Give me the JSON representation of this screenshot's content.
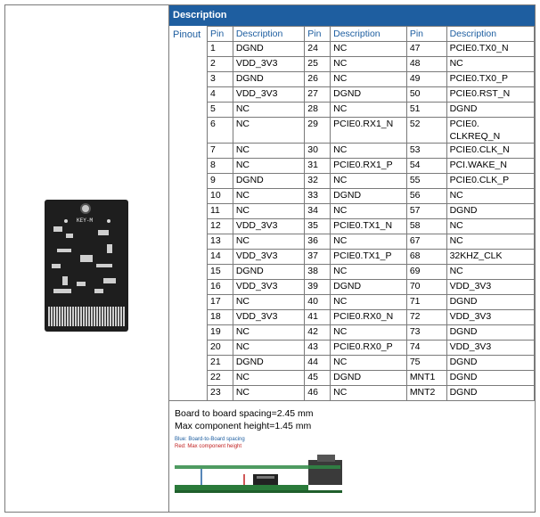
{
  "header": {
    "title": "Description"
  },
  "pinout_label": "Pinout",
  "columns": {
    "pin1": "Pin",
    "desc1": "Description",
    "pin2": "Pin",
    "desc2": "Description",
    "pin3": "Pin",
    "desc3": "Description"
  },
  "board_silkscreen": "KEY-M",
  "rows": [
    [
      "1",
      "DGND",
      "24",
      "NC",
      "47",
      "PCIE0.TX0_N"
    ],
    [
      "2",
      "VDD_3V3",
      "25",
      "NC",
      "48",
      "NC"
    ],
    [
      "3",
      "DGND",
      "26",
      "NC",
      "49",
      "PCIE0.TX0_P"
    ],
    [
      "4",
      "VDD_3V3",
      "27",
      "DGND",
      "50",
      "PCIE0.RST_N"
    ],
    [
      "5",
      "NC",
      "28",
      "NC",
      "51",
      "DGND"
    ],
    [
      "6",
      "NC",
      "29",
      "PCIE0.RX1_N",
      "52",
      "PCIE0.\nCLKREQ_N"
    ],
    [
      "7",
      "NC",
      "30",
      "NC",
      "53",
      "PCIE0.CLK_N"
    ],
    [
      "8",
      "NC",
      "31",
      "PCIE0.RX1_P",
      "54",
      "PCI.WAKE_N"
    ],
    [
      "9",
      "DGND",
      "32",
      "NC",
      "55",
      "PCIE0.CLK_P"
    ],
    [
      "10",
      "NC",
      "33",
      "DGND",
      "56",
      "NC"
    ],
    [
      "11",
      "NC",
      "34",
      "NC",
      "57",
      "DGND"
    ],
    [
      "12",
      "VDD_3V3",
      "35",
      "PCIE0.TX1_N",
      "58",
      "NC"
    ],
    [
      "13",
      "NC",
      "36",
      "NC",
      "67",
      "NC"
    ],
    [
      "14",
      "VDD_3V3",
      "37",
      "PCIE0.TX1_P",
      "68",
      "32KHZ_CLK"
    ],
    [
      "15",
      "DGND",
      "38",
      "NC",
      "69",
      "NC"
    ],
    [
      "16",
      "VDD_3V3",
      "39",
      "DGND",
      "70",
      "VDD_3V3"
    ],
    [
      "17",
      "NC",
      "40",
      "NC",
      "71",
      "DGND"
    ],
    [
      "18",
      "VDD_3V3",
      "41",
      "PCIE0.RX0_N",
      "72",
      "VDD_3V3"
    ],
    [
      "19",
      "NC",
      "42",
      "NC",
      "73",
      "DGND"
    ],
    [
      "20",
      "NC",
      "43",
      "PCIE0.RX0_P",
      "74",
      "VDD_3V3"
    ],
    [
      "21",
      "DGND",
      "44",
      "NC",
      "75",
      "DGND"
    ],
    [
      "22",
      "NC",
      "45",
      "DGND",
      "MNT1",
      "DGND"
    ],
    [
      "23",
      "NC",
      "46",
      "NC",
      "MNT2",
      "DGND"
    ]
  ],
  "spacing": {
    "board_spacing": "Board to board spacing=2.45 mm",
    "component_height": "Max component height=1.45 mm",
    "legend_blue": "Blue: Board-to-Board spacing",
    "legend_red": "Red: Max component height"
  },
  "colors": {
    "header_bg": "#1e5ea0",
    "accent_text": "#1e5ea0",
    "legend_red": "#c02020"
  }
}
